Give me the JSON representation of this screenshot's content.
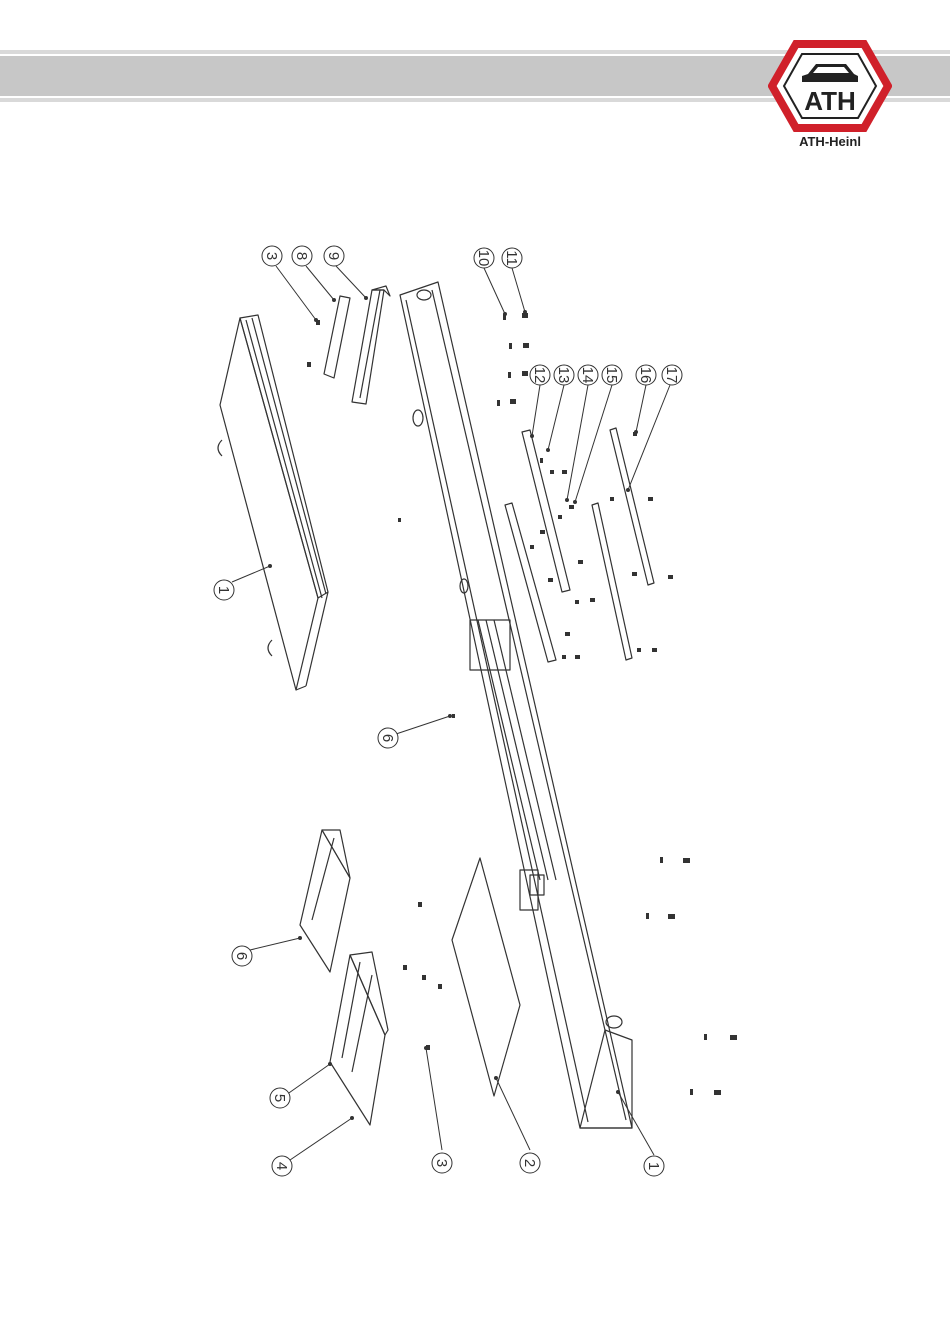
{
  "brand": {
    "logo_text": "ATH",
    "name": "ATH-Heinl",
    "colors": {
      "red": "#d0202a",
      "band": "#c7c7c7",
      "line": "#333333"
    }
  },
  "callouts": [
    {
      "id": "c1-top",
      "label": "1"
    },
    {
      "id": "c3-top",
      "label": "3"
    },
    {
      "id": "c8-top",
      "label": "8"
    },
    {
      "id": "c9-top",
      "label": "9"
    },
    {
      "id": "c10-top",
      "label": "10"
    },
    {
      "id": "c11-top",
      "label": "11"
    },
    {
      "id": "c12",
      "label": "12"
    },
    {
      "id": "c13",
      "label": "13"
    },
    {
      "id": "c14",
      "label": "14"
    },
    {
      "id": "c15",
      "label": "15"
    },
    {
      "id": "c16",
      "label": "16"
    },
    {
      "id": "c17",
      "label": "17"
    },
    {
      "id": "c6-mid",
      "label": "6"
    },
    {
      "id": "c6-low",
      "label": "6"
    },
    {
      "id": "c5",
      "label": "5"
    },
    {
      "id": "c4",
      "label": "4"
    },
    {
      "id": "c3-bottom",
      "label": "3"
    },
    {
      "id": "c2",
      "label": "2"
    },
    {
      "id": "c1-bottom",
      "label": "1"
    }
  ]
}
